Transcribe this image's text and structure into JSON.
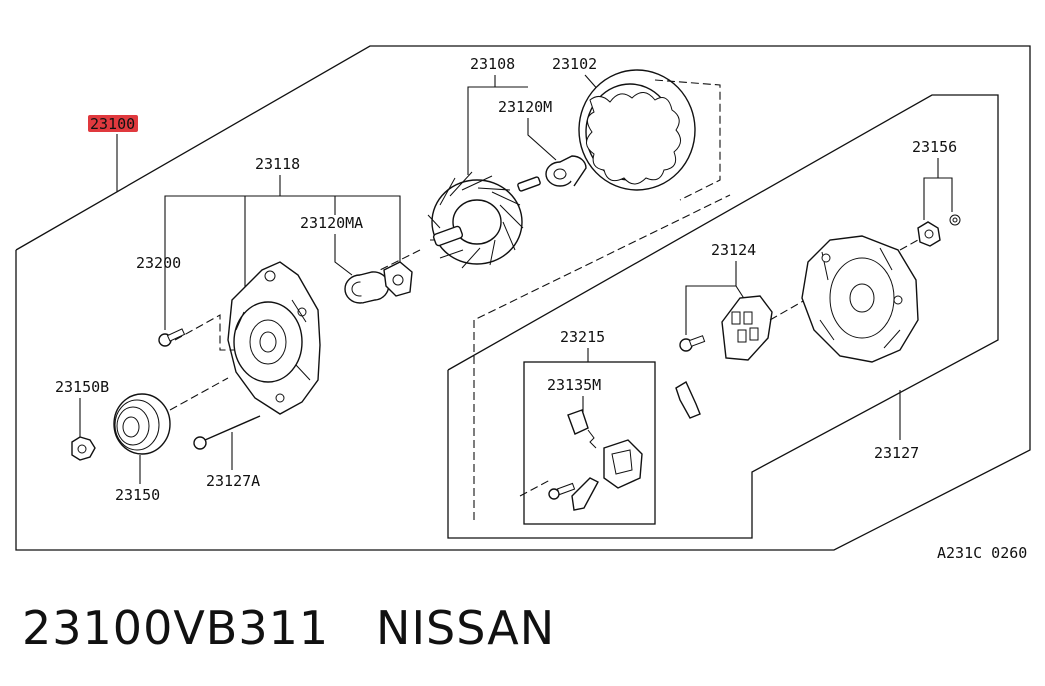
{
  "diagram": {
    "callouts": {
      "main_assembly": "23100",
      "rotor": "23108",
      "stator": "23102",
      "bearing_rear": "23120M",
      "front_bracket": "23118",
      "bearing_front": "23120MA",
      "bolt_front": "23200",
      "pulley_nut": "23150B",
      "pulley": "23150",
      "through_bolt": "23127A",
      "brush_holder_kit": "23215",
      "brush_set": "23135M",
      "regulator": "23124",
      "rear_nut_set": "23156",
      "rear_bracket": "23127"
    },
    "reference_code": "A231C 0260",
    "highlight_color": "#e0393e"
  },
  "footer": {
    "part_number": "23100VB311",
    "brand": "NISSAN"
  }
}
